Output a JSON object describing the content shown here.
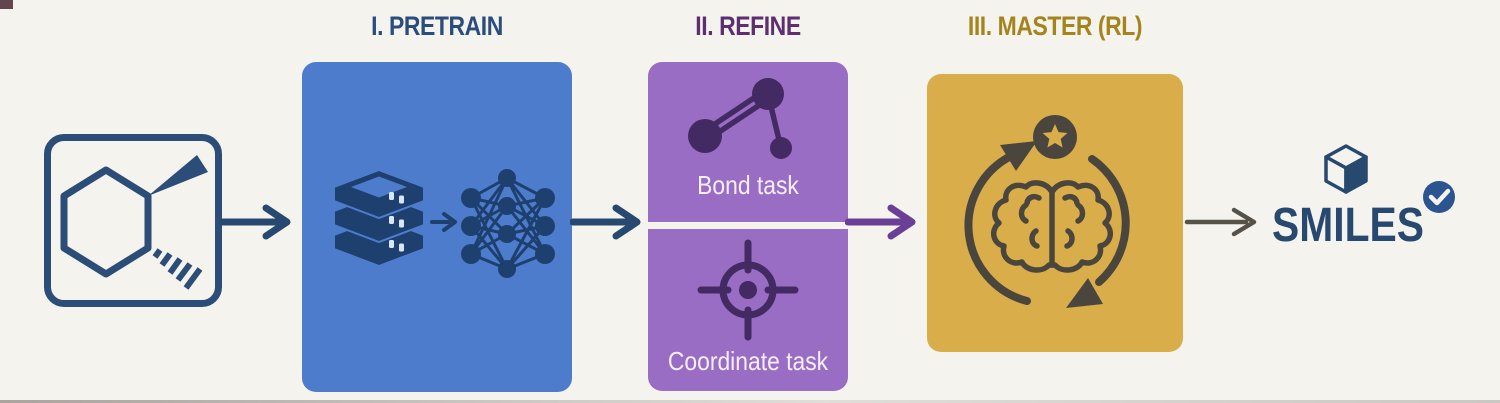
{
  "page": {
    "background_color": "#f4f3ee"
  },
  "stages": {
    "pretrain": {
      "title": "I. PRETRAIN",
      "title_color": "#2a4d7e",
      "box_color": "#4e7ccd",
      "icon_color": "#1d406f",
      "icons": [
        "server-stack-icon",
        "mini-flow-arrow-icon",
        "neural-network-icon"
      ]
    },
    "refine": {
      "title": "II. REFINE",
      "title_color": "#5e2e72",
      "box_color": "#9a6dc4",
      "icon_color": "#432a63",
      "divider_color": "#f4f3ee",
      "label_color": "#f5eef9",
      "tasks": [
        {
          "label": "Bond task",
          "icon": "molecule-bond-icon"
        },
        {
          "label": "Coordinate task",
          "icon": "crosshair-target-icon"
        }
      ]
    },
    "master": {
      "title": "III. MASTER (RL)",
      "title_color": "#a5841c",
      "box_color": "#d9ae4a",
      "icon_color": "#4a463e",
      "icons": [
        "cycle-arrows-icon",
        "star-badge-icon",
        "brain-icon"
      ]
    }
  },
  "input": {
    "icon": "chiral-molecule-icon",
    "border_color": "#2b4d78"
  },
  "output": {
    "label": "SMILES",
    "text_color": "#27486f",
    "icons": [
      "cube-icon",
      "check-badge-icon"
    ],
    "check_badge_color": "#2b5490"
  },
  "arrows": {
    "input_to_pretrain": "#27486f",
    "pretrain_to_refine": "#27486f",
    "refine_to_master": "#6b3f98",
    "master_to_output": "#56524a"
  }
}
